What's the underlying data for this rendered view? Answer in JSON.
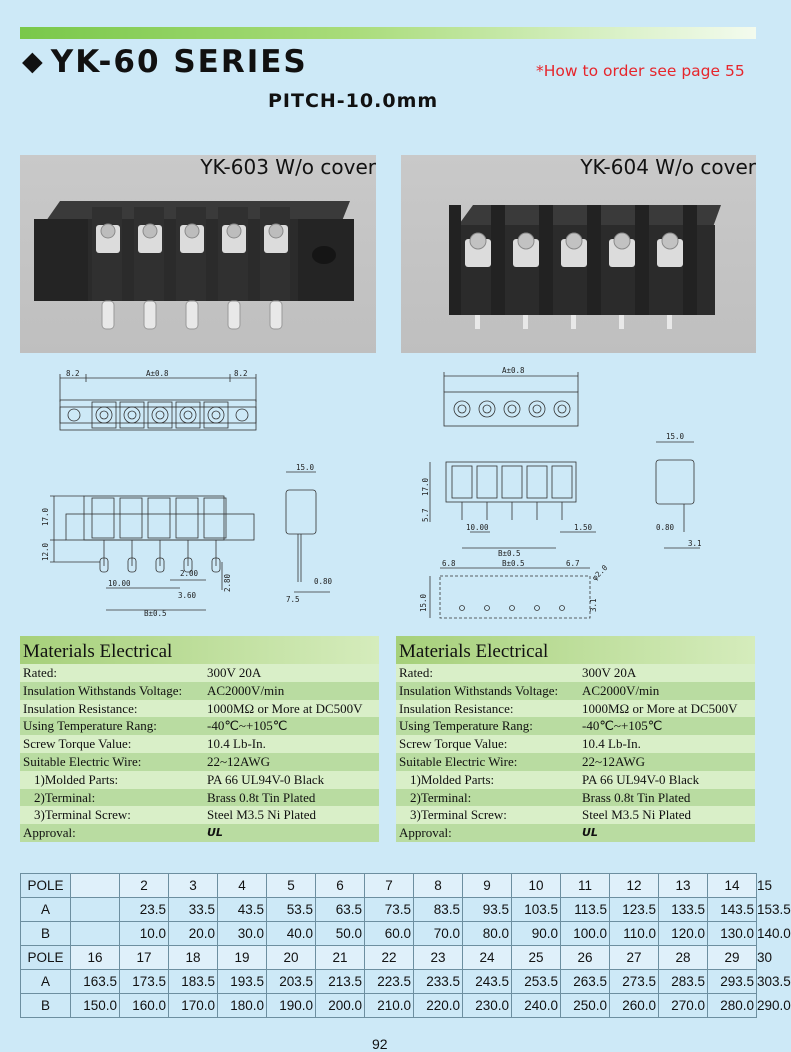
{
  "header": {
    "title": "YK-60 SERIES",
    "order_note": "*How to order see page 55",
    "pitch": "PITCH-10.0mm"
  },
  "photos": [
    {
      "caption": "YK-603 W/o cover"
    },
    {
      "caption": "YK-604 W/o cover"
    }
  ],
  "drawing_left": {
    "dims": {
      "left_margin": "8.2",
      "span": "A±0.8",
      "right_margin": "8.2",
      "height_top": "17.0",
      "height_bottom": "12.0",
      "depth": "15.0",
      "pitch": "10.00",
      "pin_offset": "2.00",
      "pin_height": "2.80",
      "center_offset": "3.60",
      "pin_length": "7.5",
      "pin_width": "0.80",
      "pin_span": "B±0.5"
    }
  },
  "drawing_right": {
    "dims": {
      "span": "A±0.8",
      "depth": "15.0",
      "height": "17.0",
      "pin_length": "5.7",
      "pitch": "10.00",
      "pin_span": "B±0.5",
      "pin_gap": "1.50",
      "pin_width": "0.80",
      "offset": "3.1",
      "hole_left": "6.8",
      "hole_span": "B±0.5",
      "hole_right": "6.7",
      "hole_dia": "φ2.0",
      "hole_depth": "15.0",
      "hole_offset": "3.1"
    }
  },
  "materials": {
    "heading": "Materials Electrical",
    "rows": [
      {
        "label": "Rated:",
        "value": "300V  20A"
      },
      {
        "label": "Insulation Withstands Voltage:",
        "value": "AC2000V/min"
      },
      {
        "label": "Insulation Resistance:",
        "value": "1000MΩ  or More at DC500V"
      },
      {
        "label": "Using Temperature Rang:",
        "value": "-40℃~+105℃"
      },
      {
        "label": "Screw Torque Value:",
        "value": "10.4 Lb-In."
      },
      {
        "label": "Suitable Electric Wire:",
        "value": "22~12AWG"
      },
      {
        "label": "1)Molded Parts:",
        "value": "PA 66 UL94V-0 Black"
      },
      {
        "label": "2)Terminal:",
        "value": "Brass 0.8t Tin Plated"
      },
      {
        "label": "3)Terminal Screw:",
        "value": "Steel M3.5 Ni Plated"
      },
      {
        "label": "Approval:",
        "value": "UL"
      }
    ]
  },
  "table": {
    "pole_label": "POLE",
    "a_label": "A",
    "b_label": "B",
    "groups": [
      {
        "poles": [
          "",
          "2",
          "3",
          "4",
          "5",
          "6",
          "7",
          "8",
          "9",
          "10",
          "11",
          "12",
          "13",
          "14",
          "15"
        ],
        "a": [
          "",
          "23.5",
          "33.5",
          "43.5",
          "53.5",
          "63.5",
          "73.5",
          "83.5",
          "93.5",
          "103.5",
          "113.5",
          "123.5",
          "133.5",
          "143.5",
          "153.5"
        ],
        "b": [
          "",
          "10.0",
          "20.0",
          "30.0",
          "40.0",
          "50.0",
          "60.0",
          "70.0",
          "80.0",
          "90.0",
          "100.0",
          "110.0",
          "120.0",
          "130.0",
          "140.0"
        ]
      },
      {
        "poles": [
          "16",
          "17",
          "18",
          "19",
          "20",
          "21",
          "22",
          "23",
          "24",
          "25",
          "26",
          "27",
          "28",
          "29",
          "30"
        ],
        "a": [
          "163.5",
          "173.5",
          "183.5",
          "193.5",
          "203.5",
          "213.5",
          "223.5",
          "233.5",
          "243.5",
          "253.5",
          "263.5",
          "273.5",
          "283.5",
          "293.5",
          "303.5"
        ],
        "b": [
          "150.0",
          "160.0",
          "170.0",
          "180.0",
          "190.0",
          "200.0",
          "210.0",
          "220.0",
          "230.0",
          "240.0",
          "250.0",
          "260.0",
          "270.0",
          "280.0",
          "290.0"
        ]
      }
    ]
  },
  "page_number": "92"
}
